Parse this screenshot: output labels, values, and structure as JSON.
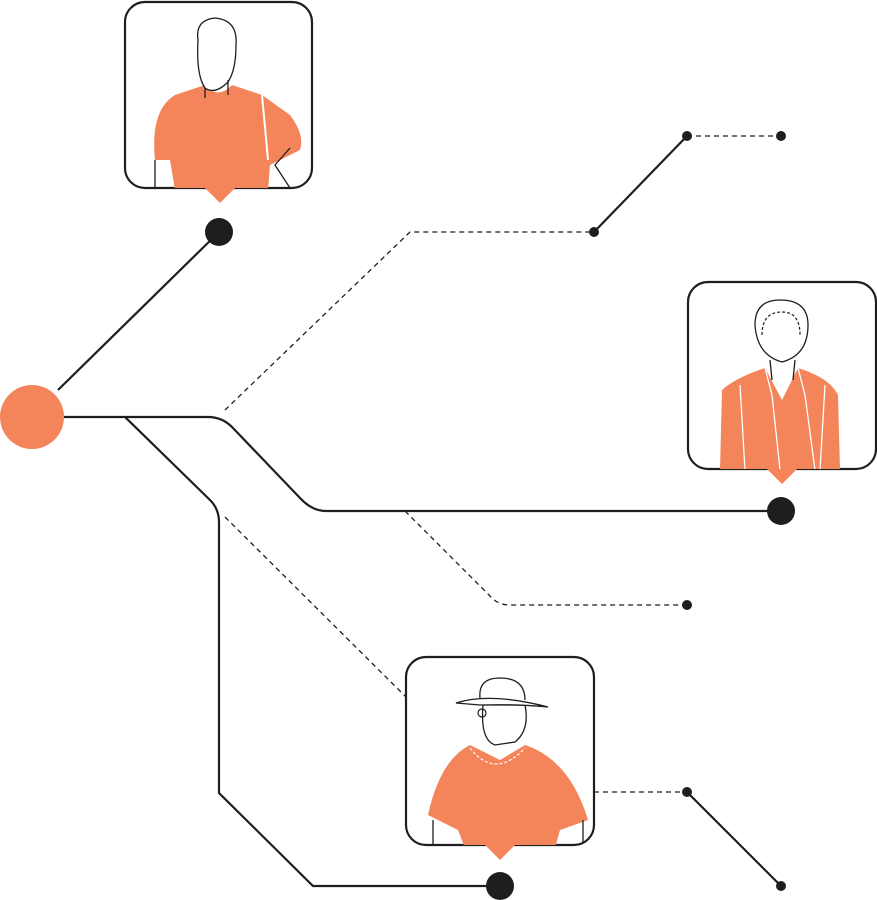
{
  "colors": {
    "accent": "#F4845A",
    "line": "#1E1E1E",
    "background": "#FFFFFF"
  },
  "nodes": {
    "root": {
      "icon": "orange-circle"
    },
    "cards": [
      {
        "icon": "man-in-tshirt-avatar"
      },
      {
        "icon": "woman-in-blazer-avatar"
      },
      {
        "icon": "older-woman-with-hat-avatar"
      }
    ]
  }
}
